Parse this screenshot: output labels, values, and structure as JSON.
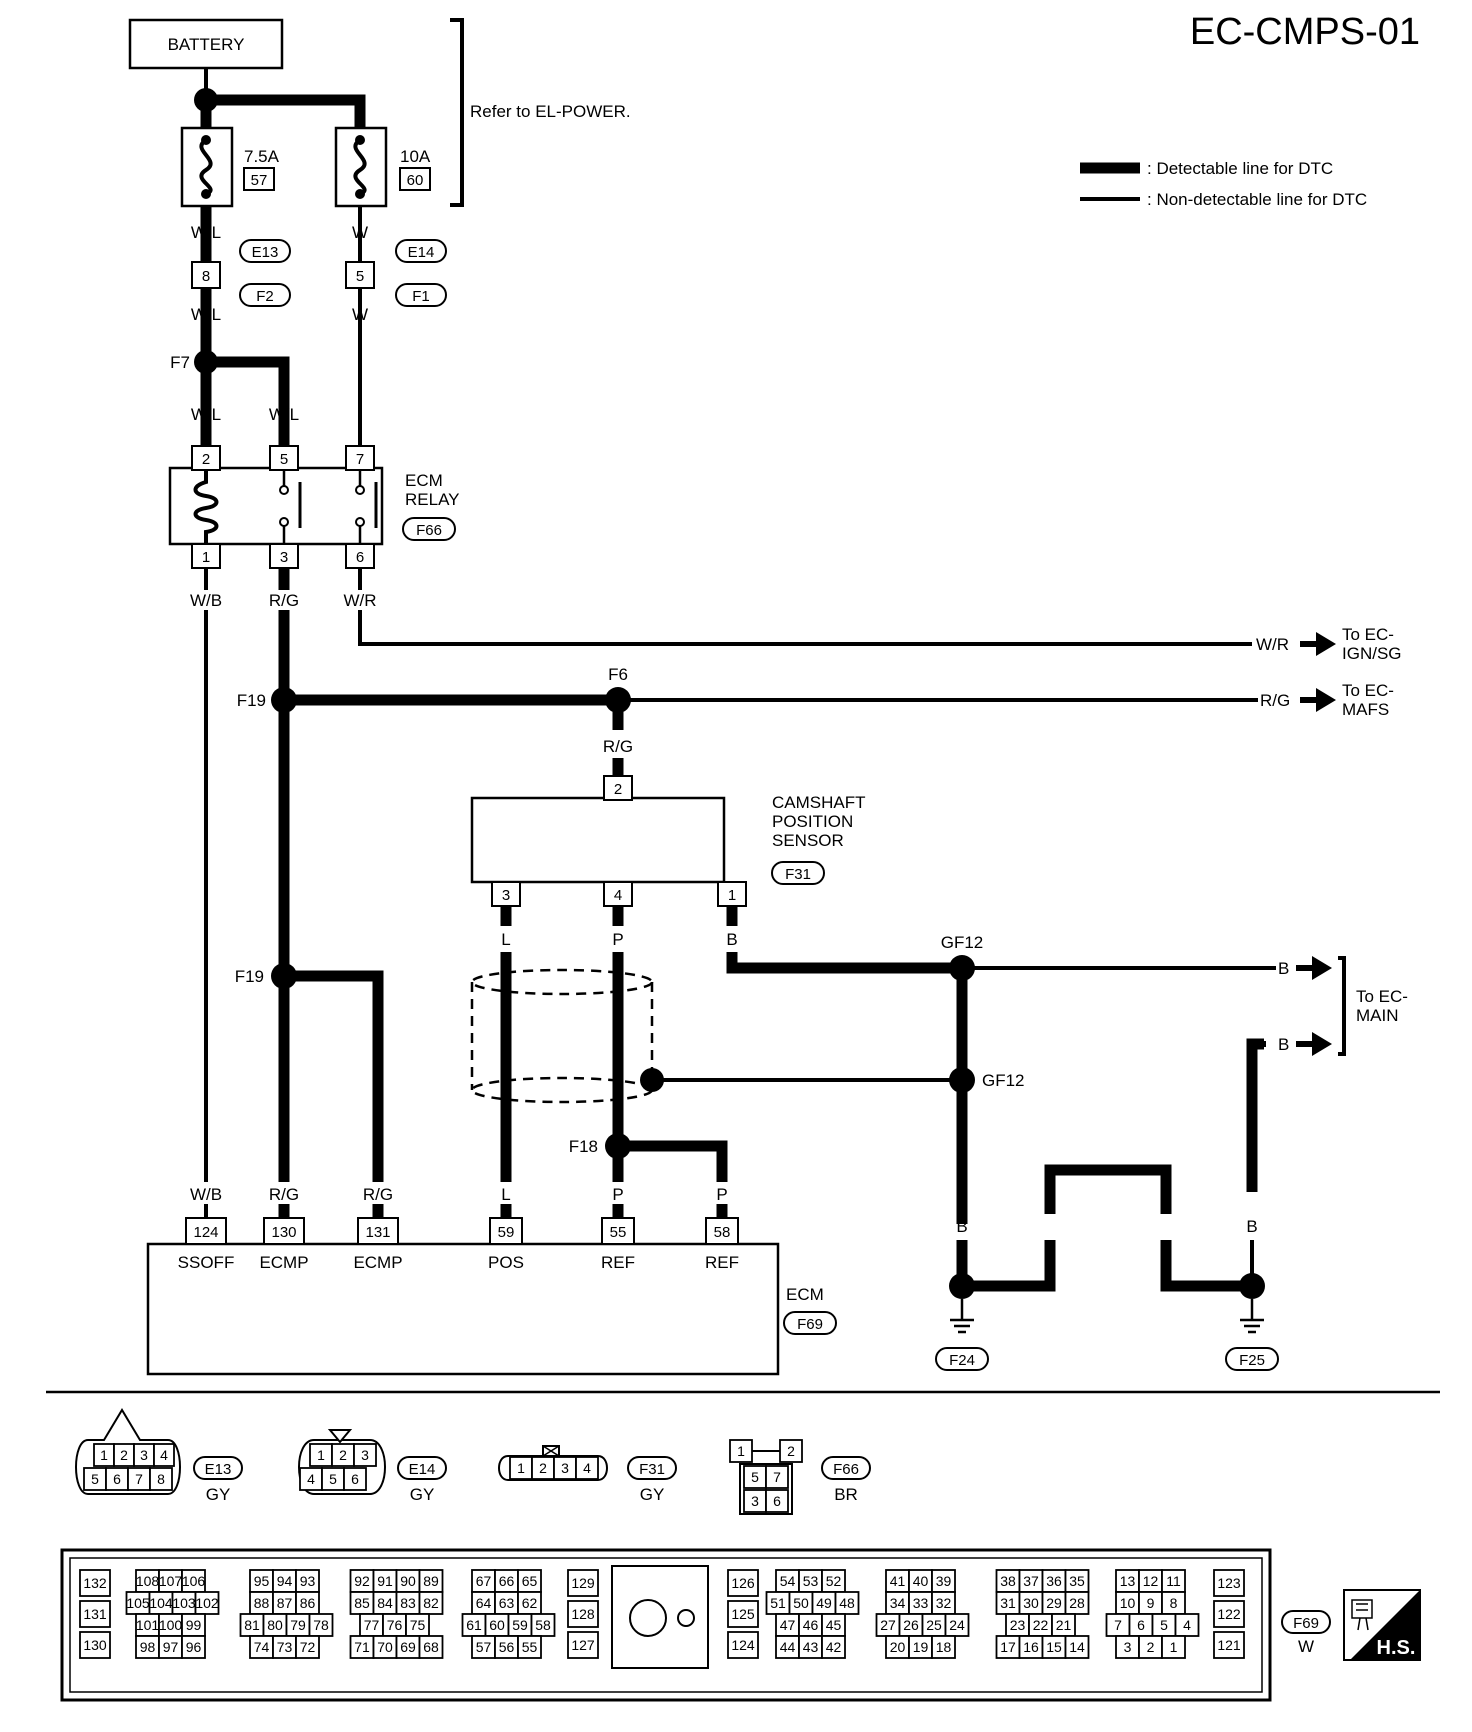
{
  "diagram_id": "EC-CMPS-01",
  "refer_note": "Refer to EL-POWER.",
  "legend": {
    "detectable": ": Detectable line for DTC",
    "non_detectable": ": Non-detectable line for DTC"
  },
  "battery": "BATTERY",
  "fuses": [
    {
      "amp": "7.5A",
      "num": "57"
    },
    {
      "amp": "10A",
      "num": "60"
    }
  ],
  "wires": {
    "wl": "W/L",
    "w": "W",
    "wb": "W/B",
    "rg": "R/G",
    "wr": "W/R",
    "l": "L",
    "p": "P",
    "b": "B"
  },
  "connectors": {
    "e13": "E13",
    "e14": "E14",
    "f2": "F2",
    "f1": "F1",
    "f66": "F66",
    "f31": "F31",
    "f69": "F69",
    "f24": "F24",
    "f25": "F25"
  },
  "junctions": {
    "f7": "F7",
    "f19": "F19",
    "f6": "F6",
    "f18": "F18",
    "gf12": "GF12"
  },
  "pins": {
    "e13_8": "8",
    "e14_5": "5",
    "relay_2": "2",
    "relay_5": "5",
    "relay_7": "7",
    "relay_1": "1",
    "relay_3": "3",
    "relay_6": "6",
    "cmps_2": "2",
    "cmps_3": "3",
    "cmps_4": "4",
    "cmps_1": "1",
    "ecm_124": "124",
    "ecm_130": "130",
    "ecm_131": "131",
    "ecm_59": "59",
    "ecm_55": "55",
    "ecm_58": "58"
  },
  "ecm_relay": {
    "line1": "ECM",
    "line2": "RELAY"
  },
  "cmps": {
    "line1": "CAMSHAFT",
    "line2": "POSITION",
    "line3": "SENSOR"
  },
  "ecm": {
    "name": "ECM",
    "terminals": [
      "SSOFF",
      "ECMP",
      "ECMP",
      "POS",
      "REF",
      "REF"
    ]
  },
  "destinations": {
    "ign": {
      "line1": "To EC-",
      "line2": "IGN/SG"
    },
    "mafs": {
      "line1": "To EC-",
      "line2": "MAFS"
    },
    "main": {
      "line1": "To EC-",
      "line2": "MAIN"
    }
  },
  "connector_views": [
    {
      "id": "E13",
      "color": "GY",
      "top": [
        "1",
        "2",
        "3",
        "4"
      ],
      "bottom": [
        "5",
        "6",
        "7",
        "8"
      ]
    },
    {
      "id": "E14",
      "color": "GY",
      "top": [
        "1",
        "2",
        "3"
      ],
      "bottom": [
        "4",
        "5",
        "6"
      ]
    },
    {
      "id": "F31",
      "color": "GY",
      "row": [
        "1",
        "2",
        "3",
        "4"
      ]
    },
    {
      "id": "F66",
      "color": "BR",
      "rows": [
        [
          "1",
          "2"
        ],
        [
          "5",
          "7"
        ],
        [
          "3",
          "6"
        ]
      ]
    }
  ],
  "f69_view": {
    "id": "F69",
    "color": "W",
    "hs": "H.S.",
    "blocks": [
      {
        "rows": [
          [
            "132"
          ],
          [
            "131"
          ],
          [
            "130"
          ]
        ]
      },
      {
        "rows": [
          [
            "108",
            "107",
            "106"
          ],
          [
            "105",
            "104",
            "103",
            "102"
          ],
          [
            "101",
            "100",
            "99"
          ],
          [
            "98",
            "97",
            "96"
          ]
        ]
      },
      {
        "rows": [
          [
            "95",
            "94",
            "93"
          ],
          [
            "88",
            "87",
            "86"
          ],
          [
            "81",
            "80",
            "79",
            "78"
          ],
          [
            "74",
            "73",
            "72"
          ]
        ]
      },
      {
        "rows": [
          [
            "92",
            "91",
            "90",
            "89"
          ],
          [
            "85",
            "84",
            "83",
            "82"
          ],
          [
            "77",
            "76",
            "75"
          ],
          [
            "71",
            "70",
            "69",
            "68"
          ]
        ]
      },
      {
        "rows": [
          [
            "67",
            "66",
            "65"
          ],
          [
            "64",
            "63",
            "62"
          ],
          [
            "61",
            "60",
            "59",
            "58"
          ],
          [
            "57",
            "56",
            "55"
          ]
        ]
      },
      {
        "rows": [
          [
            "129"
          ],
          [
            "128"
          ],
          [
            "127"
          ]
        ]
      },
      {
        "rows": [
          [
            "126"
          ],
          [
            "125"
          ],
          [
            "124"
          ]
        ]
      },
      {
        "rows": [
          [
            "54",
            "53",
            "52"
          ],
          [
            "51",
            "50",
            "49",
            "48"
          ],
          [
            "47",
            "46",
            "45"
          ],
          [
            "44",
            "43",
            "42"
          ]
        ]
      },
      {
        "rows": [
          [
            "41",
            "40",
            "39"
          ],
          [
            "34",
            "33",
            "32"
          ],
          [
            "27",
            "26",
            "25",
            "24"
          ],
          [
            "20",
            "19",
            "18"
          ]
        ]
      },
      {
        "rows": [
          [
            "38",
            "37",
            "36",
            "35"
          ],
          [
            "31",
            "30",
            "29",
            "28"
          ],
          [
            "23",
            "22",
            "21"
          ],
          [
            "17",
            "16",
            "15",
            "14"
          ]
        ]
      },
      {
        "rows": [
          [
            "13",
            "12",
            "11"
          ],
          [
            "10",
            "9",
            "8"
          ],
          [
            "7",
            "6",
            "5",
            "4"
          ],
          [
            "3",
            "2",
            "1"
          ]
        ]
      },
      {
        "rows": [
          [
            "123"
          ],
          [
            "122"
          ],
          [
            "121"
          ]
        ]
      }
    ]
  }
}
